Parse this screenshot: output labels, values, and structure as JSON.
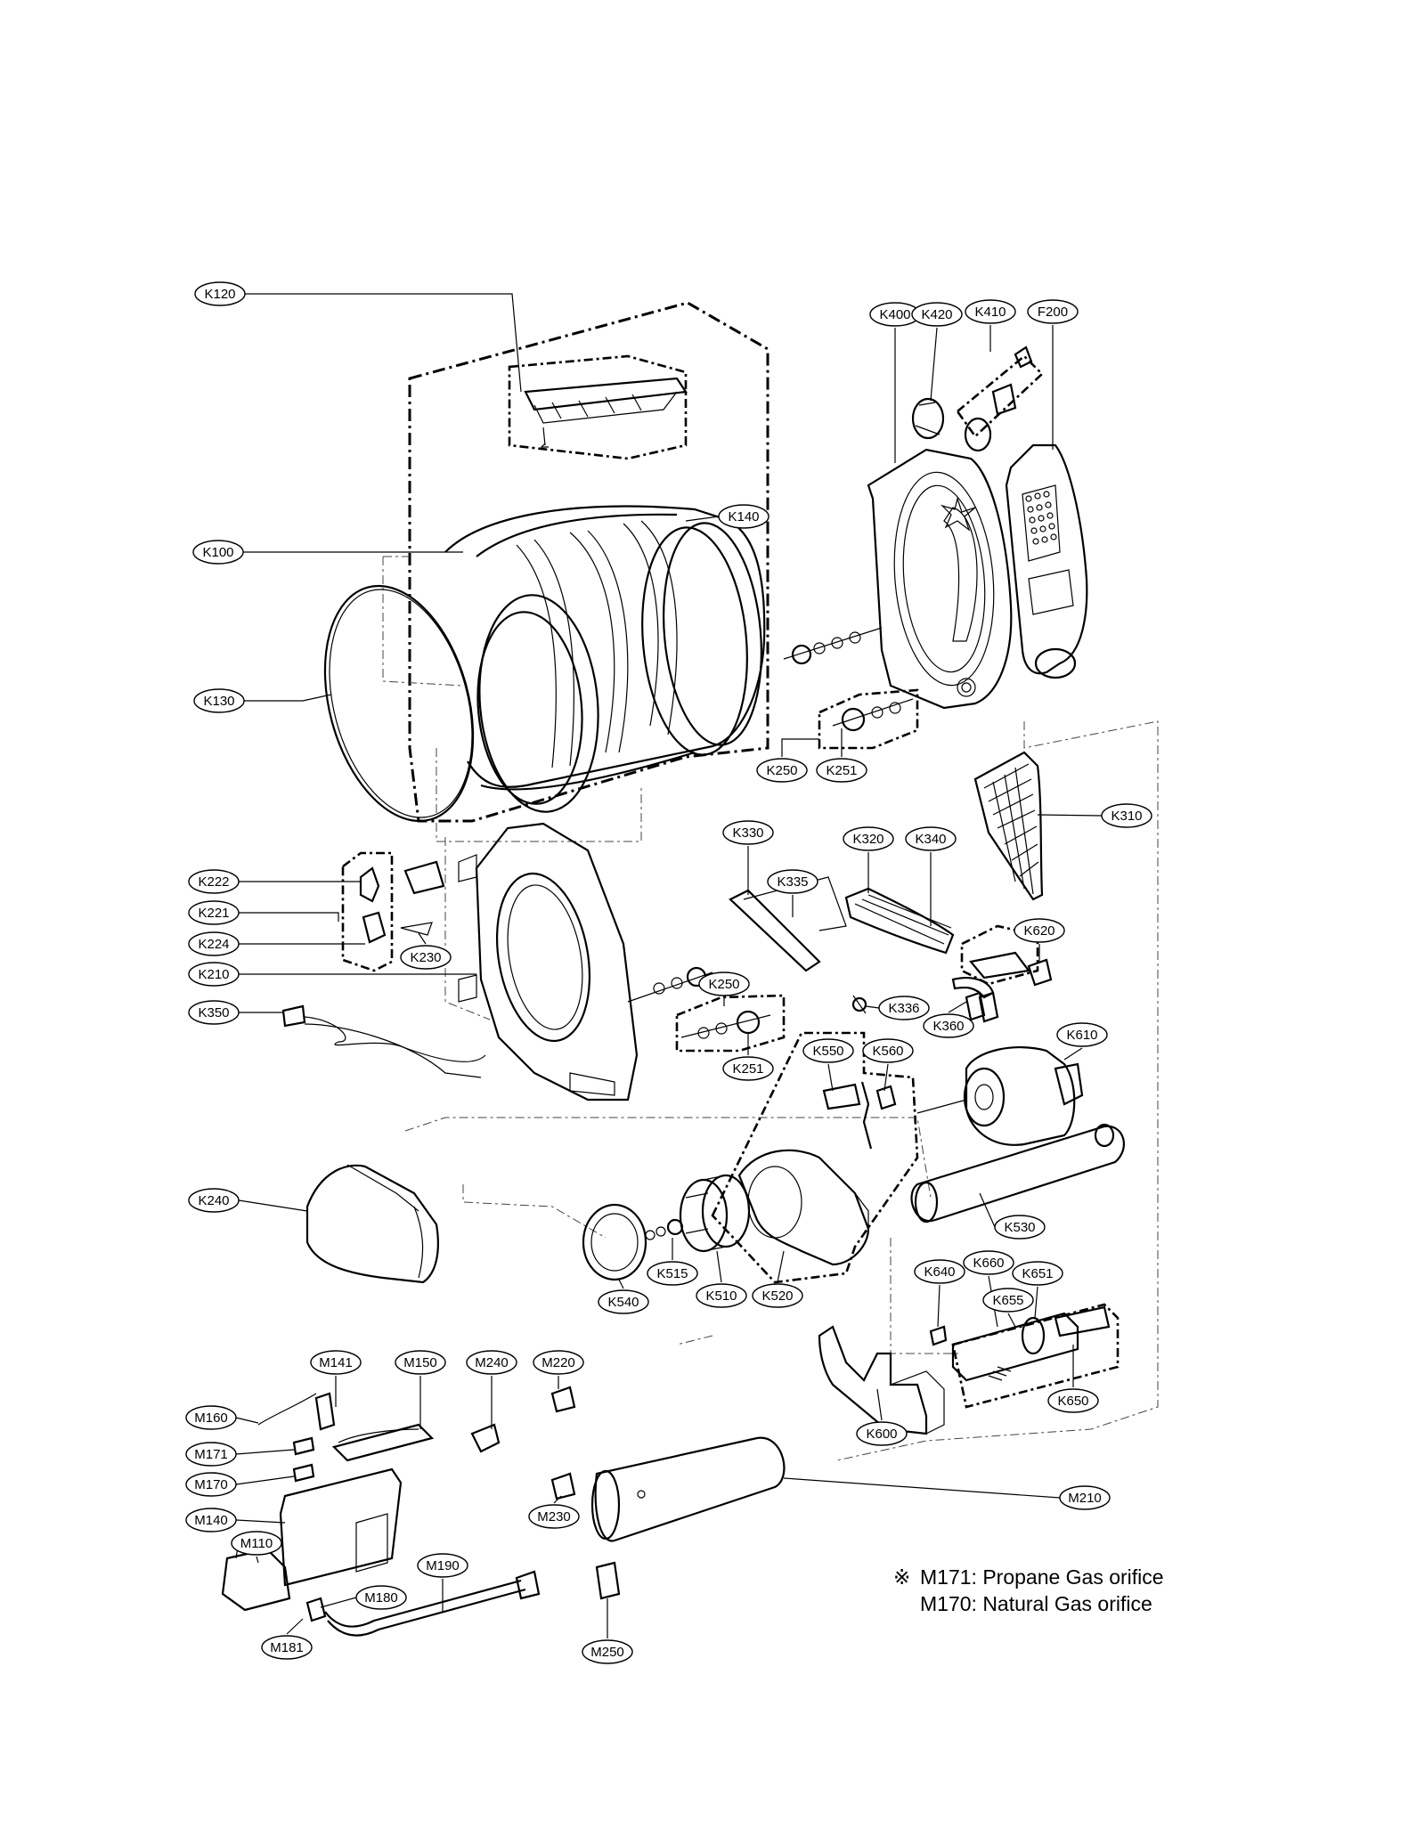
{
  "callouts": [
    {
      "id": "K120",
      "label": "K120"
    },
    {
      "id": "K100",
      "label": "K100"
    },
    {
      "id": "K140",
      "label": "K140"
    },
    {
      "id": "K130",
      "label": "K130"
    },
    {
      "id": "K400",
      "label": "K400"
    },
    {
      "id": "K420",
      "label": "K420"
    },
    {
      "id": "K410",
      "label": "K410"
    },
    {
      "id": "F200",
      "label": "F200"
    },
    {
      "id": "K250a",
      "label": "K250"
    },
    {
      "id": "K251a",
      "label": "K251"
    },
    {
      "id": "K310",
      "label": "K310"
    },
    {
      "id": "K330",
      "label": "K330"
    },
    {
      "id": "K320",
      "label": "K320"
    },
    {
      "id": "K340",
      "label": "K340"
    },
    {
      "id": "K335",
      "label": "K335"
    },
    {
      "id": "K620",
      "label": "K620"
    },
    {
      "id": "K222",
      "label": "K222"
    },
    {
      "id": "K221",
      "label": "K221"
    },
    {
      "id": "K224",
      "label": "K224"
    },
    {
      "id": "K230",
      "label": "K230"
    },
    {
      "id": "K210",
      "label": "K210"
    },
    {
      "id": "K350",
      "label": "K350"
    },
    {
      "id": "K250b",
      "label": "K250"
    },
    {
      "id": "K251b",
      "label": "K251"
    },
    {
      "id": "K336",
      "label": "K336"
    },
    {
      "id": "K360",
      "label": "K360"
    },
    {
      "id": "K610",
      "label": "K610"
    },
    {
      "id": "K550",
      "label": "K550"
    },
    {
      "id": "K560",
      "label": "K560"
    },
    {
      "id": "K240",
      "label": "K240"
    },
    {
      "id": "K530",
      "label": "K530"
    },
    {
      "id": "K515",
      "label": "K515"
    },
    {
      "id": "K540",
      "label": "K540"
    },
    {
      "id": "K510",
      "label": "K510"
    },
    {
      "id": "K520",
      "label": "K520"
    },
    {
      "id": "K640",
      "label": "K640"
    },
    {
      "id": "K660",
      "label": "K660"
    },
    {
      "id": "K651",
      "label": "K651"
    },
    {
      "id": "K655",
      "label": "K655"
    },
    {
      "id": "K650",
      "label": "K650"
    },
    {
      "id": "K600",
      "label": "K600"
    },
    {
      "id": "M141",
      "label": "M141"
    },
    {
      "id": "M150",
      "label": "M150"
    },
    {
      "id": "M240",
      "label": "M240"
    },
    {
      "id": "M220",
      "label": "M220"
    },
    {
      "id": "M160",
      "label": "M160"
    },
    {
      "id": "M171",
      "label": "M171"
    },
    {
      "id": "M170",
      "label": "M170"
    },
    {
      "id": "M140",
      "label": "M140"
    },
    {
      "id": "M110",
      "label": "M110"
    },
    {
      "id": "M190",
      "label": "M190"
    },
    {
      "id": "M180",
      "label": "M180"
    },
    {
      "id": "M181",
      "label": "M181"
    },
    {
      "id": "M230",
      "label": "M230"
    },
    {
      "id": "M210",
      "label": "M210"
    },
    {
      "id": "M250",
      "label": "M250"
    }
  ],
  "note": {
    "symbol": "※",
    "line1": "M171: Propane Gas orifice",
    "line2": "M170: Natural Gas orifice"
  }
}
